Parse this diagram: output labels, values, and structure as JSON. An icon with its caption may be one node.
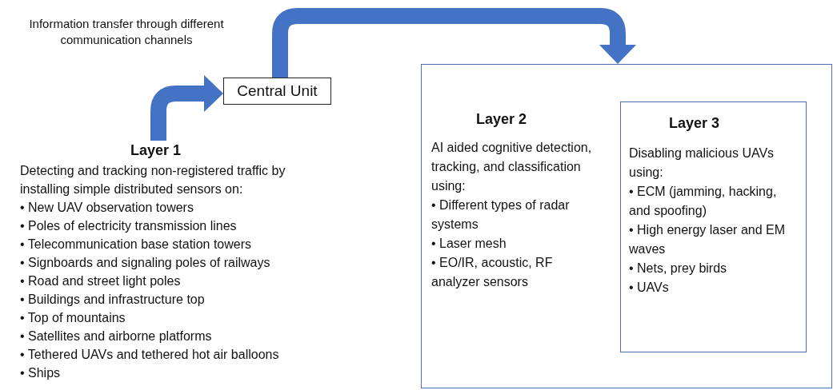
{
  "diagram": {
    "nodes": [
      {
        "text": [
          "Layer 1",
          "Detecting and tracking non-registered traffic by installing simple distributed sensors on:",
          "• New UAV observation towers",
          "• Poles of electricity transmission lines",
          "• Telecommunication base station towers",
          "• Signboards and signaling poles of railways",
          "• Road and street light poles",
          "• Buildings and infrastructure top",
          "• Top of mountains",
          "• Satellites and airborne platforms",
          "• Tethered UAVs and tethered hot air balloons",
          "• Ships"
        ]
      },
      {
        "text": [
          "Central Unit"
        ]
      },
      {
        "text": [
          "Layer 2",
          "AI aided cognitive detection, tracking, and classification using:",
          "• Different types of radar systems",
          "• Laser mesh",
          "• EO/IR, acoustic, RF analyzer sensors"
        ]
      },
      {
        "text": [
          "Layer 3",
          "Disabling malicious UAVs using:",
          "• ECM (jamming, hacking, and spoofing)",
          "• High energy laser and EM waves",
          "• Nets, prey birds",
          "• UAVs"
        ],
        "in": 2
      }
    ],
    "edges": [
      {
        "from": 0,
        "to": 1,
        "arrow": "to",
        "label": "Information transfer through different communication channels"
      },
      {
        "from": 1,
        "to": 2,
        "arrow": "to"
      }
    ]
  }
}
